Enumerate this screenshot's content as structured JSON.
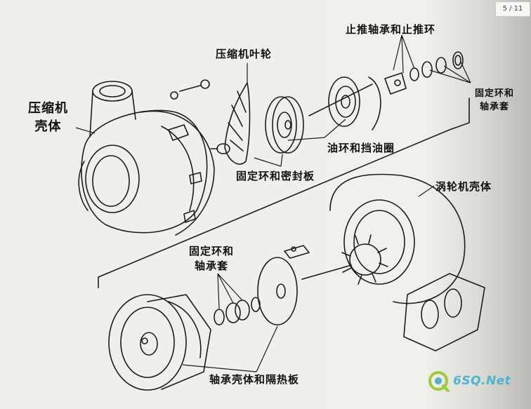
{
  "viewer": {
    "page_indicator": "5 / 11"
  },
  "diagram": {
    "labels": {
      "compressor_housing": [
        "压缩机",
        "壳体"
      ],
      "compressor_impeller": "压缩机叶轮",
      "thrust_bearing_and_ring": "止推轴承和止推环",
      "retainer_and_bushing_top": [
        "固定环和",
        "轴承套"
      ],
      "oil_ring_and_deflector": "油环和挡油圈",
      "retainer_and_seal_plate": "固定环和密封板",
      "turbine_housing": "涡轮机壳体",
      "retainer_and_bushing_bottom": [
        "固定环和",
        "轴承套"
      ],
      "bearing_housing_and_heat_shield": "轴承壳体和隔热板"
    }
  },
  "watermark": {
    "text": "6SQ.Net",
    "color": "#4fb2cf"
  }
}
